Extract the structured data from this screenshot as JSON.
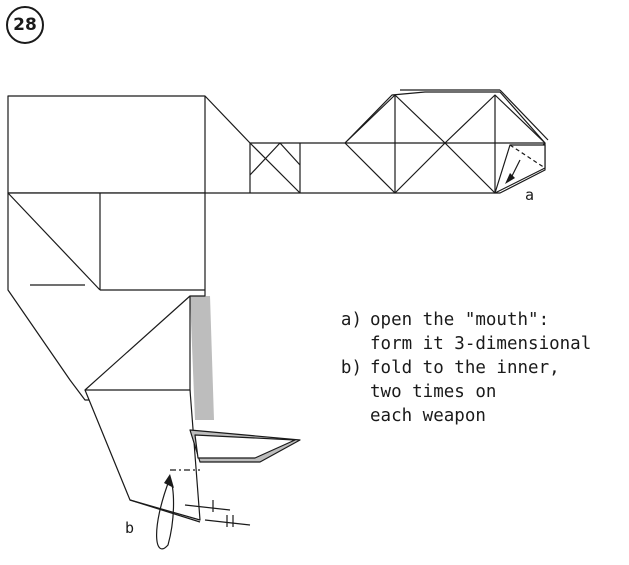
{
  "step": {
    "number": "28"
  },
  "labels": {
    "a": "a",
    "b": "b"
  },
  "instructions": [
    {
      "letter": "a)",
      "lines": [
        "open the \"mouth\":",
        "form it 3-dimensional"
      ]
    },
    {
      "letter": "b)",
      "lines": [
        "fold to the inner,",
        "two times on",
        "each weapon"
      ]
    }
  ],
  "colors": {
    "line": "#1a1a1a",
    "paper": "#ffffff",
    "shade": "#bdbdbd"
  }
}
